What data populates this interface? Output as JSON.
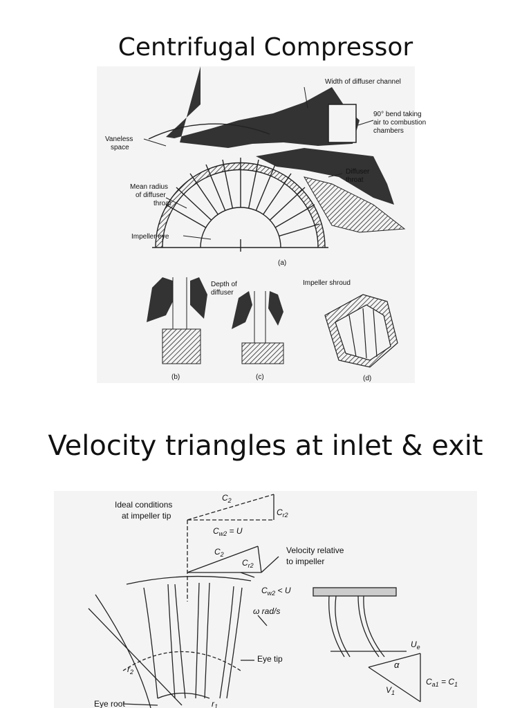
{
  "slide1": {
    "title": "Centrifugal Compressor",
    "labels": {
      "width_channel": "Width of diffuser channel",
      "bend_1": "90° bend taking",
      "bend_2": "air to combustion",
      "bend_3": "chambers",
      "vaneless_1": "Vaneless",
      "vaneless_2": "space",
      "mean_1": "Mean radius",
      "mean_2": "of diffuser",
      "mean_3": "throat",
      "throat_1": "Diffuser",
      "throat_2": "throat",
      "eye": "Impeller eye",
      "fig_a": "(a)",
      "depth_1": "Depth of",
      "depth_2": "diffuser",
      "shroud": "Impeller shroud",
      "fig_b": "(b)",
      "fig_c": "(c)",
      "fig_d": "(d)"
    }
  },
  "slide2": {
    "title": "Velocity triangles at inlet & exit",
    "labels": {
      "ideal_1": "Ideal conditions",
      "ideal_2": "at impeller tip",
      "c2_top": "C",
      "c2_top_sub": "2",
      "cr2_top": "C",
      "cr2_top_sub": "r2",
      "cw2_eq": "C",
      "cw2_eq_sub": "w2",
      "cw2_eq_rest": " = U",
      "c2_mid": "C",
      "c2_mid_sub": "2",
      "cr2_mid": "C",
      "cr2_mid_sub": "r2",
      "rel_1": "Velocity relative",
      "rel_2": "to impeller",
      "cw2_lt": "C",
      "cw2_lt_sub": "w2",
      "cw2_lt_rest": " < U",
      "omega": "ω rad/s",
      "eye_tip": "Eye tip",
      "r2": "r",
      "r2_sub": "2",
      "r1": "r",
      "r1_sub": "1",
      "eye_root": "Eye root",
      "ue": "U",
      "ue_sub": "e",
      "alpha": "α",
      "v1": "V",
      "v1_sub": "1",
      "ca1": "C",
      "ca1_sub": "a1",
      "ca1_rest": " = C",
      "ca1_sub2": "1"
    }
  }
}
